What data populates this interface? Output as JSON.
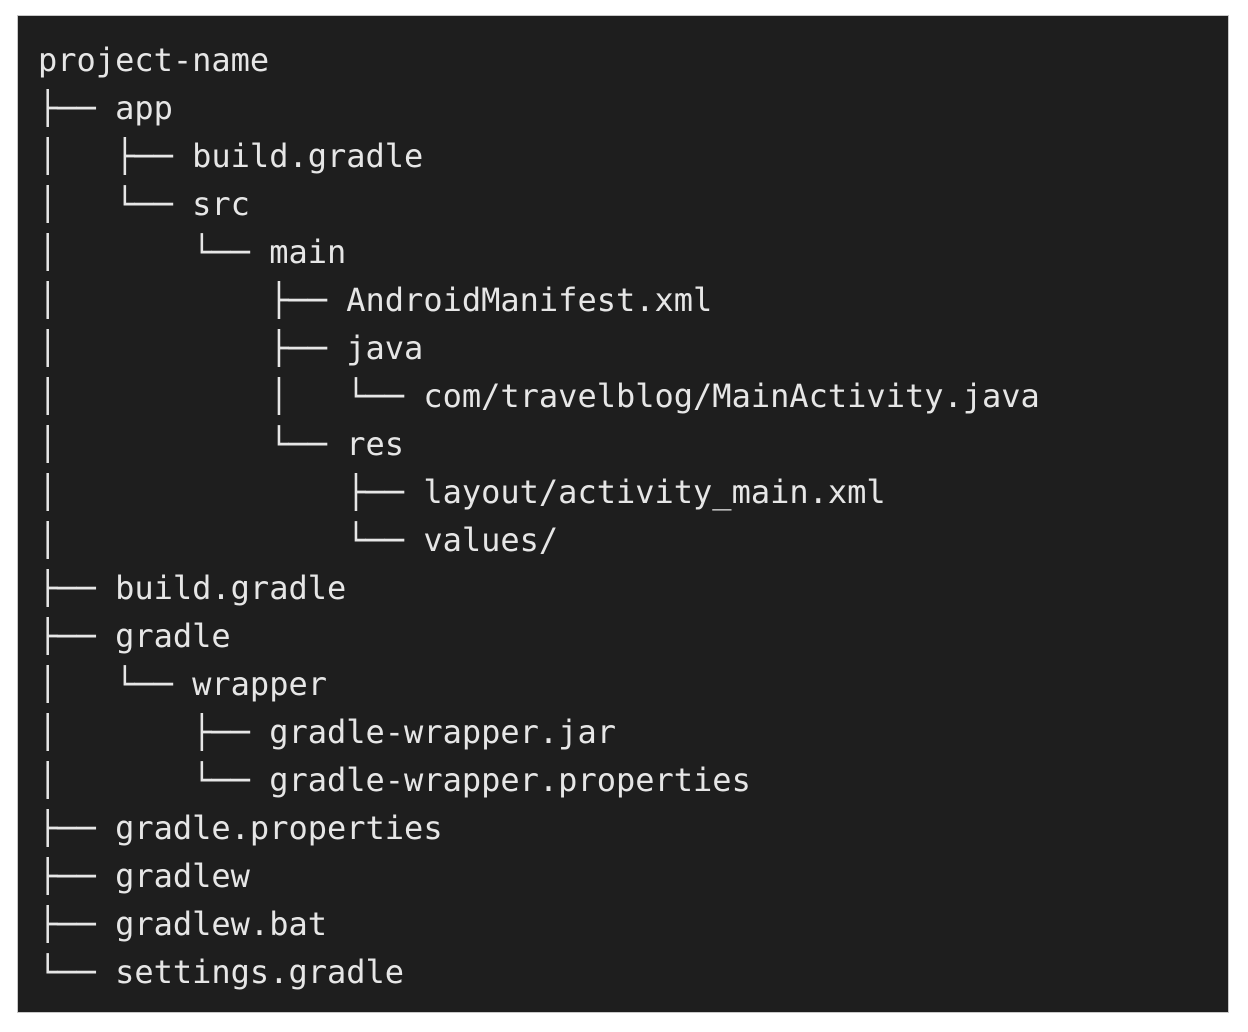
{
  "tree": {
    "lines": [
      {
        "prefix": "",
        "name": "project-name"
      },
      {
        "prefix": "├── ",
        "name": "app"
      },
      {
        "prefix": "│   ├── ",
        "name": "build.gradle"
      },
      {
        "prefix": "│   └── ",
        "name": "src"
      },
      {
        "prefix": "│       └── ",
        "name": "main"
      },
      {
        "prefix": "│           ├── ",
        "name": "AndroidManifest.xml"
      },
      {
        "prefix": "│           ├── ",
        "name": "java"
      },
      {
        "prefix": "│           │   └── ",
        "name": "com/travelblog/MainActivity.java"
      },
      {
        "prefix": "│           └── ",
        "name": "res"
      },
      {
        "prefix": "│               ├── ",
        "name": "layout/activity_main.xml"
      },
      {
        "prefix": "│               └── ",
        "name": "values/"
      },
      {
        "prefix": "├── ",
        "name": "build.gradle"
      },
      {
        "prefix": "├── ",
        "name": "gradle"
      },
      {
        "prefix": "│   └── ",
        "name": "wrapper"
      },
      {
        "prefix": "│       ├── ",
        "name": "gradle-wrapper.jar"
      },
      {
        "prefix": "│       └── ",
        "name": "gradle-wrapper.properties"
      },
      {
        "prefix": "├── ",
        "name": "gradle.properties"
      },
      {
        "prefix": "├── ",
        "name": "gradlew"
      },
      {
        "prefix": "├── ",
        "name": "gradlew.bat"
      },
      {
        "prefix": "└── ",
        "name": "settings.gradle"
      }
    ]
  },
  "colors": {
    "panel_background": "#1e1e1e",
    "text": "#e6e6e6"
  }
}
